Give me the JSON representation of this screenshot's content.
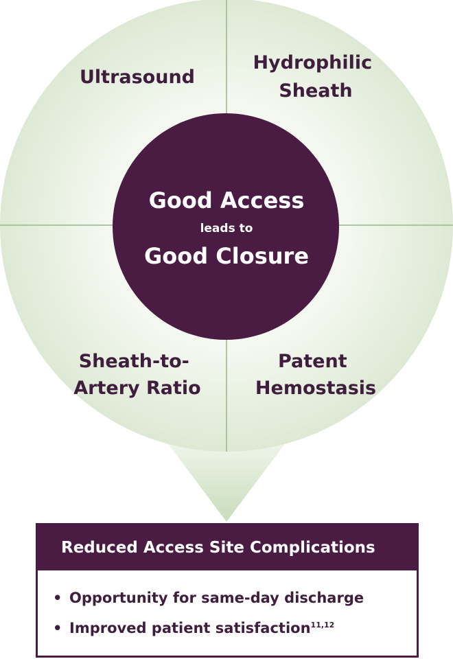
{
  "quadrants": {
    "top_left": "Ultrasound",
    "top_right": [
      "Hydrophilic",
      "Sheath"
    ],
    "bottom_left": [
      "Sheath-to-",
      "Artery Ratio"
    ],
    "bottom_right": [
      "Patent",
      "Hemostasis"
    ]
  },
  "center": {
    "line1": "Good Access",
    "line2": "leads to",
    "line3": "Good Closure"
  },
  "result": {
    "header": "Reduced Access Site Complications",
    "items": [
      {
        "bullet": "•",
        "text": "Opportunity for same-day discharge",
        "sup": ""
      },
      {
        "bullet": "•",
        "text": "Improved patient satisfaction",
        "sup": "11,12"
      }
    ]
  },
  "colors": {
    "primary": "#4a1c43",
    "circle_fill": "#e3eddb",
    "divider": "#a9c79b"
  }
}
